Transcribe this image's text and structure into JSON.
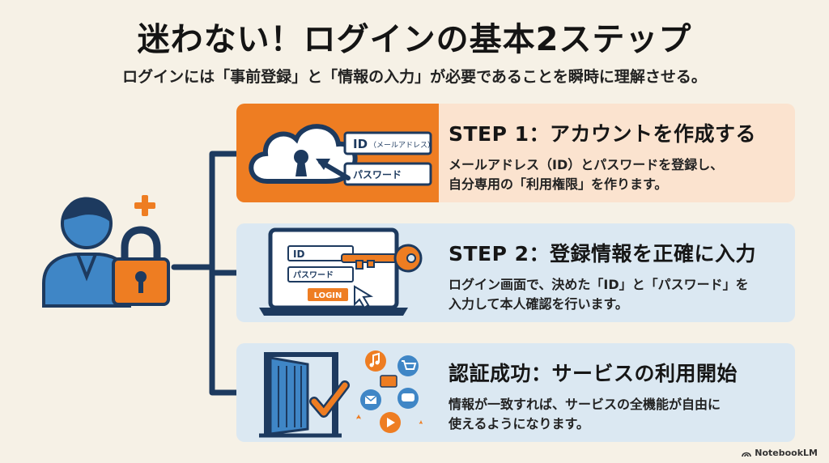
{
  "title": "迷わない！ログインの基本2ステップ",
  "subtitle": "ログインには「事前登録」と「情報の入力」が必要であることを瞬時に理解させる。",
  "steps": [
    {
      "heading": "STEP 1：アカウントを作成する",
      "desc_lines": [
        "メールアドレス（ID）とパスワードを登録し、",
        "自分専用の「利用権限」を作ります。"
      ],
      "labels": {
        "id_label": "ID",
        "id_note": "（メールアドレス）",
        "password_label": "パスワード"
      },
      "icons": [
        "cloud-lock-icon",
        "arrow-icon"
      ]
    },
    {
      "heading": "STEP 2：登録情報を正確に入力",
      "desc_lines": [
        "ログイン画面で、決めた「ID」と「パスワード」を",
        "入力して本人確認を行います。"
      ],
      "labels": {
        "id_label": "ID",
        "password_label": "パスワード",
        "login_button": "LOGIN"
      },
      "icons": [
        "laptop-icon",
        "key-icon",
        "cursor-icon"
      ]
    },
    {
      "heading": "認証成功：サービスの利用開始",
      "desc_lines": [
        "情報が一致すれば、サービスの全機能が自由に",
        "使えるようになります。"
      ],
      "icons": [
        "door-icon",
        "checkmark-icon",
        "music-icon",
        "cart-icon",
        "mail-icon",
        "chat-icon",
        "play-icon"
      ]
    }
  ],
  "hero_icons": [
    "user-icon",
    "plus-icon",
    "padlock-icon"
  ],
  "colors": {
    "orange": "#ee7d22",
    "navy": "#1d3a5f",
    "blue": "#3f86c6",
    "light_blue": "#dbe8f2",
    "peach": "#fbe3cf",
    "background": "#f6f1e6"
  },
  "footer": "NotebookLM"
}
